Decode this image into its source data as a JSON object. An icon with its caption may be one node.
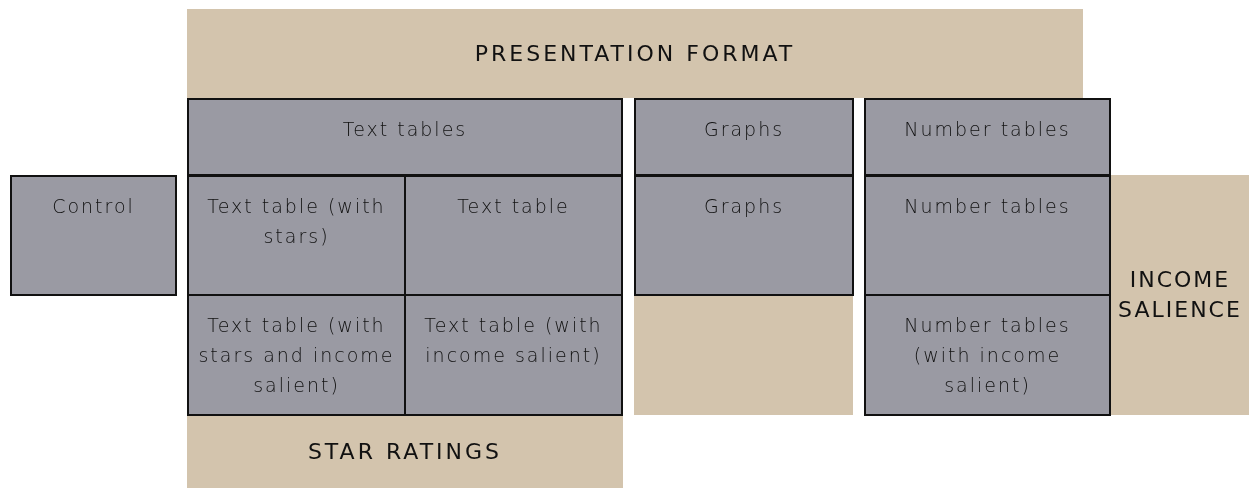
{
  "diagram": {
    "nodes": [
      {
        "text": [
          "PRESENTATION FORMAT"
        ]
      },
      {
        "text": [
          "Text tables"
        ]
      },
      {
        "text": [
          "Graphs"
        ]
      },
      {
        "text": [
          "Number tables"
        ]
      },
      {
        "text": [
          "Control"
        ]
      },
      {
        "text": [
          "Text table (with stars)"
        ]
      },
      {
        "text": [
          "Text table"
        ]
      },
      {
        "text": [
          "Graphs"
        ]
      },
      {
        "text": [
          "Number tables"
        ]
      },
      {
        "text": [
          "INCOME SALIENCE"
        ]
      },
      {
        "text": [
          "Text table (with stars and income salient)"
        ]
      },
      {
        "text": [
          "Text table (with income salient)"
        ]
      },
      {
        "text": [],
        "shape": "box"
      },
      {
        "text": [
          "Number tables (with income salient)"
        ]
      },
      {
        "text": [
          "STAR RATINGS"
        ]
      }
    ]
  }
}
